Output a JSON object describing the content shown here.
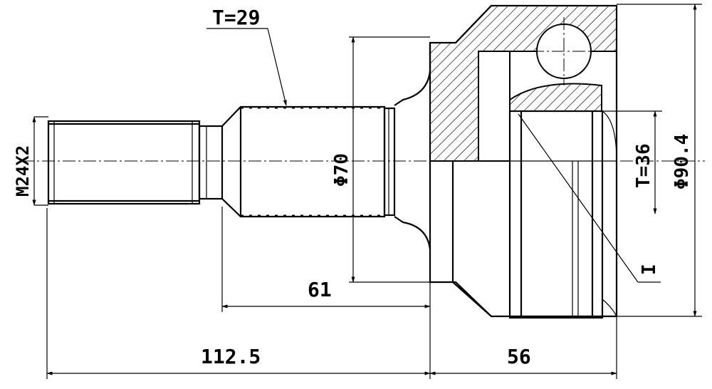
{
  "labels": {
    "thread": "M24X2",
    "teeth_outer": "T=29",
    "teeth_inner": "T=36",
    "shaft_diameter": "Φ70",
    "outer_diameter": "Φ90.4",
    "dim_length_61": "61",
    "dim_length_total": "112.5",
    "dim_length_bell": "56",
    "inner_mark": "I"
  }
}
